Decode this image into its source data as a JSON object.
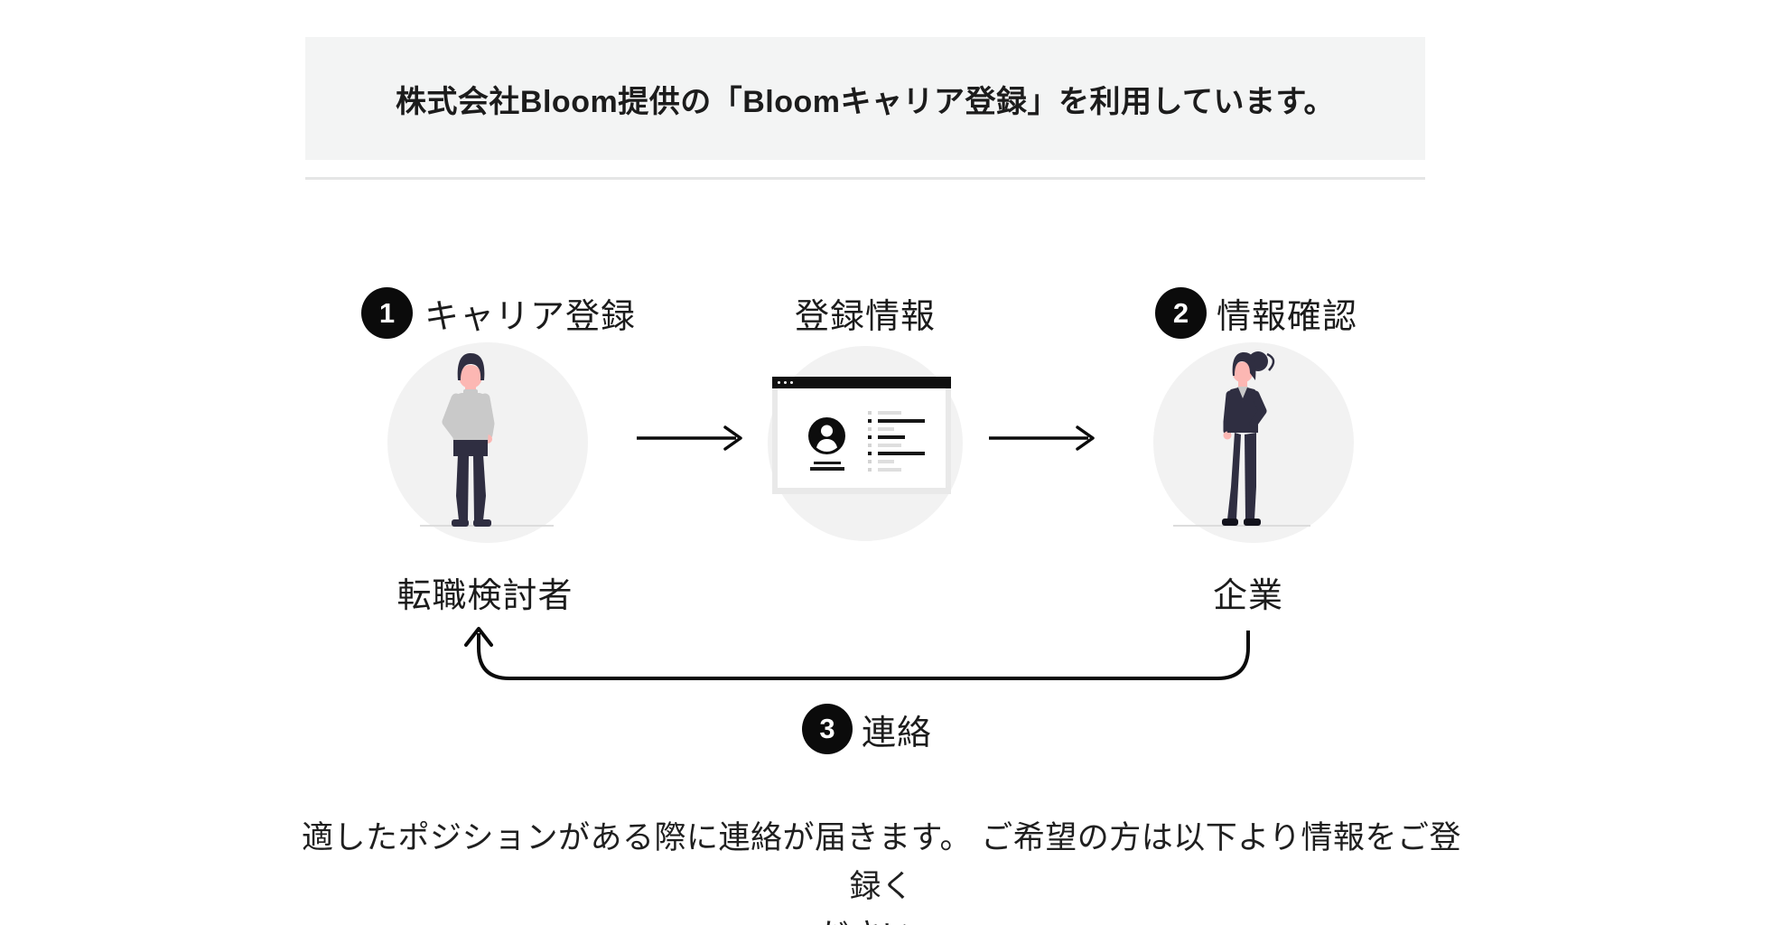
{
  "banner": {
    "text": "株式会社Bloom提供の「Bloomキャリア登録」を利用しています。",
    "bg_color": "#f3f4f4"
  },
  "flow": {
    "step1": {
      "number": "1",
      "label": "キャリア登録"
    },
    "registration_label": "登録情報",
    "step2": {
      "number": "2",
      "label": "情報確認"
    },
    "step3": {
      "number": "3",
      "label": "連絡"
    },
    "actor_left": "転職検討者",
    "actor_right": "企業"
  },
  "footer": {
    "line1": "適したポジションがある際に連絡が届きます。 ご希望の方は以下より情報をご登録く",
    "line2": "ださい。"
  },
  "colors": {
    "badge": "#0b0b0b",
    "illustration_bg": "#f2f2f2",
    "figure_dark": "#2f2e41",
    "figure_skin": "#fcb7b3",
    "figure_gray": "#c9c9c9",
    "divider": "#e5e6e6"
  }
}
